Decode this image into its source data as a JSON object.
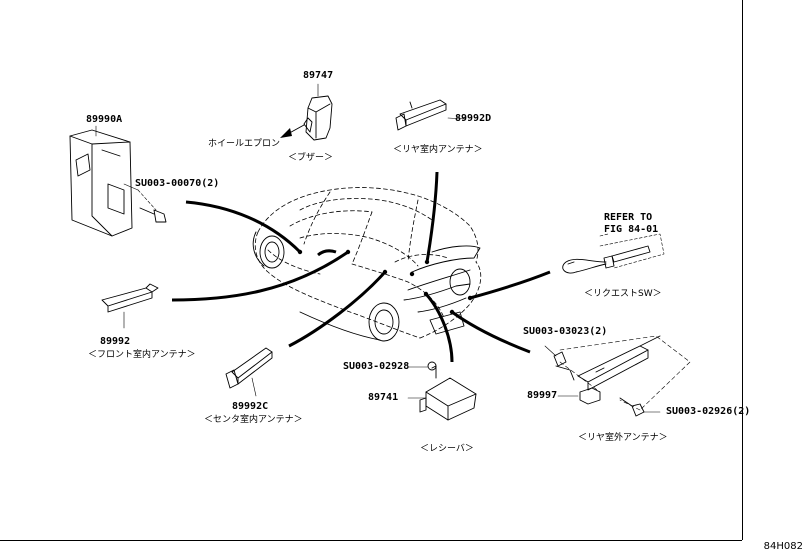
{
  "parts": {
    "p89747": {
      "number": "89747",
      "name": "＜ブザー＞",
      "note": "ホイールエプロン"
    },
    "p89992D": {
      "number": "89992D",
      "name": "＜リヤ室内アンテナ＞"
    },
    "p89990A": {
      "number": "89990A"
    },
    "s00070": {
      "number": "SU003-00070(2)"
    },
    "p89992": {
      "number": "89992",
      "name": "＜フロント室内アンテナ＞"
    },
    "p89992C": {
      "number": "89992C",
      "name": "＜センタ室内アンテナ＞"
    },
    "s02928": {
      "number": "SU003-02928"
    },
    "p89741": {
      "number": "89741",
      "name": "＜レシーバ＞"
    },
    "s03023": {
      "number": "SU003-03023(2)"
    },
    "p89997": {
      "number": "89997",
      "name": "＜リヤ室外アンテナ＞"
    },
    "s02926": {
      "number": "SU003-02926(2)"
    },
    "request_sw": {
      "name": "＜リクエストSW＞",
      "refer_line1": "REFER TO",
      "refer_line2": "FIG 84-01"
    }
  },
  "figure_code": "84H082"
}
